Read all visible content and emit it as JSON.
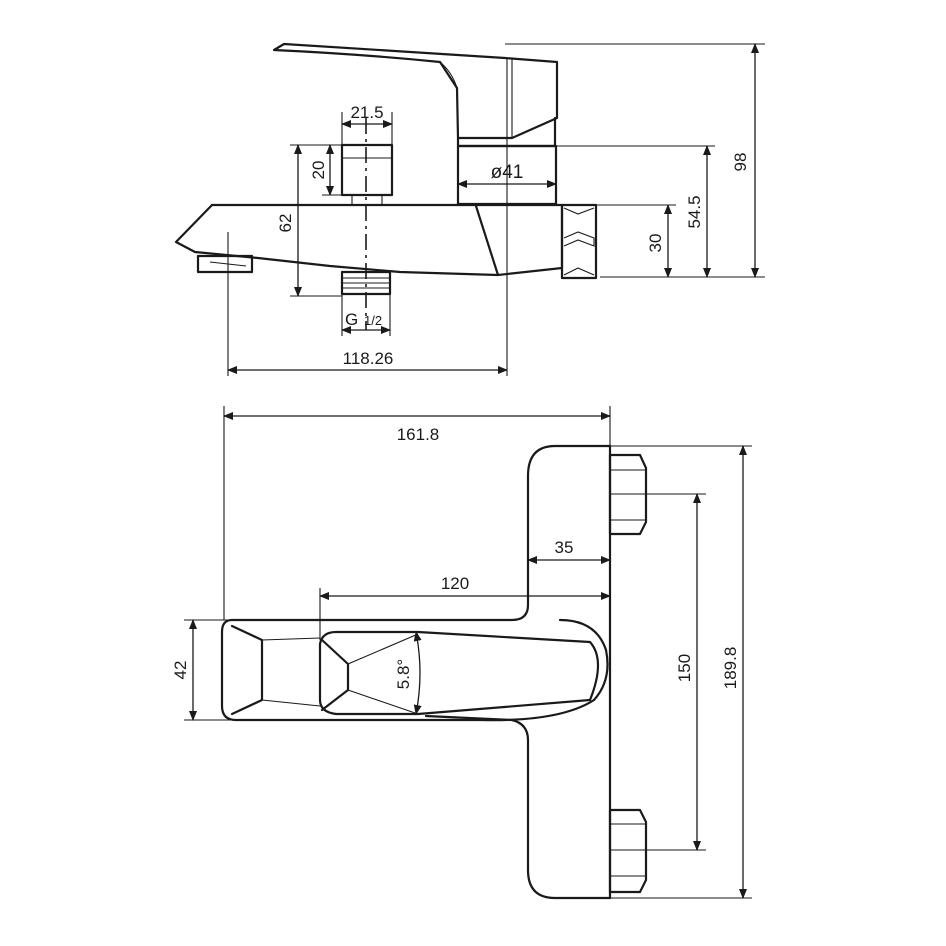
{
  "side_view": {
    "dims": {
      "height_total": "98",
      "top_width": "21.5",
      "top_height": "20",
      "spout_height": "62",
      "body_diameter": "ø41",
      "height_to_body": "54.5",
      "nut_height": "30",
      "thread": "G",
      "thread_size": "1/2",
      "spout_length": "118.26"
    }
  },
  "plan_view": {
    "dims": {
      "overall_length": "161.8",
      "wall_offset": "35",
      "spout_length": "120",
      "spout_width": "42",
      "spout_angle": "5.8°",
      "centers": "150",
      "body_length": "189.8"
    }
  }
}
